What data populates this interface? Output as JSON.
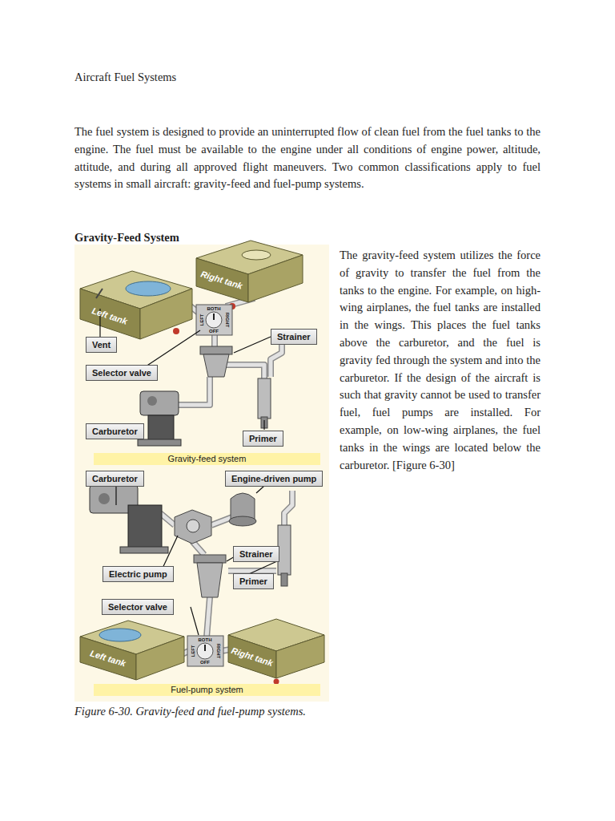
{
  "diagram": {
    "title": "Aircraft Fuel Systems",
    "caption": "Figure 6-30. Gravity-feed and fuel-pump systems.",
    "nodes": [
      {
        "text": [
          "Vent"
        ]
      },
      {
        "text": [
          "Selector valve"
        ]
      },
      {
        "text": [
          "Carburetor"
        ]
      },
      {
        "text": [
          "Strainer"
        ]
      },
      {
        "text": [
          "Primer"
        ]
      },
      {
        "text": [
          "Gravity-feed system"
        ]
      },
      {
        "text": [
          "Carburetor"
        ]
      },
      {
        "text": [
          "Engine-driven pump"
        ]
      },
      {
        "text": [
          "Strainer"
        ]
      },
      {
        "text": [
          "Electric pump"
        ]
      },
      {
        "text": [
          "Primer"
        ]
      },
      {
        "text": [
          "Selector valve"
        ]
      },
      {
        "text": [
          "Fuel-pump system"
        ]
      }
    ],
    "labels": [
      "Gravity-Feed System",
      "The fuel system is designed to provide an uninterrupted flow of clean fuel from the fuel tanks to the engine. The fuel must be available to the engine under all conditions of engine power, altitude, attitude, and during all approved flight maneuvers. Two common classifications apply to fuel systems in small aircraft: gravity-feed and fuel-pump systems.",
      "The gravity-feed system utilizes the force of gravity to transfer the fuel from the tanks to the engine. For example, on high-wing airplanes, the fuel tanks are installed in the wings. This places the fuel tanks above the carburetor, and the fuel is gravity fed through the system and into the carburetor. If the design of the aircraft is such that gravity cannot be used to transfer fuel, fuel pumps are installed. For example, on low-wing airplanes, the fuel tanks in the wings are located below the carburetor. [Figure 6-30]",
      "Left tank",
      "Right tank",
      "LEFT",
      "BOTH",
      "RIGHT",
      "OFF",
      "Left tank",
      "Right tank",
      "LEFT",
      "BOTH",
      "RIGHT",
      "OFF"
    ]
  }
}
